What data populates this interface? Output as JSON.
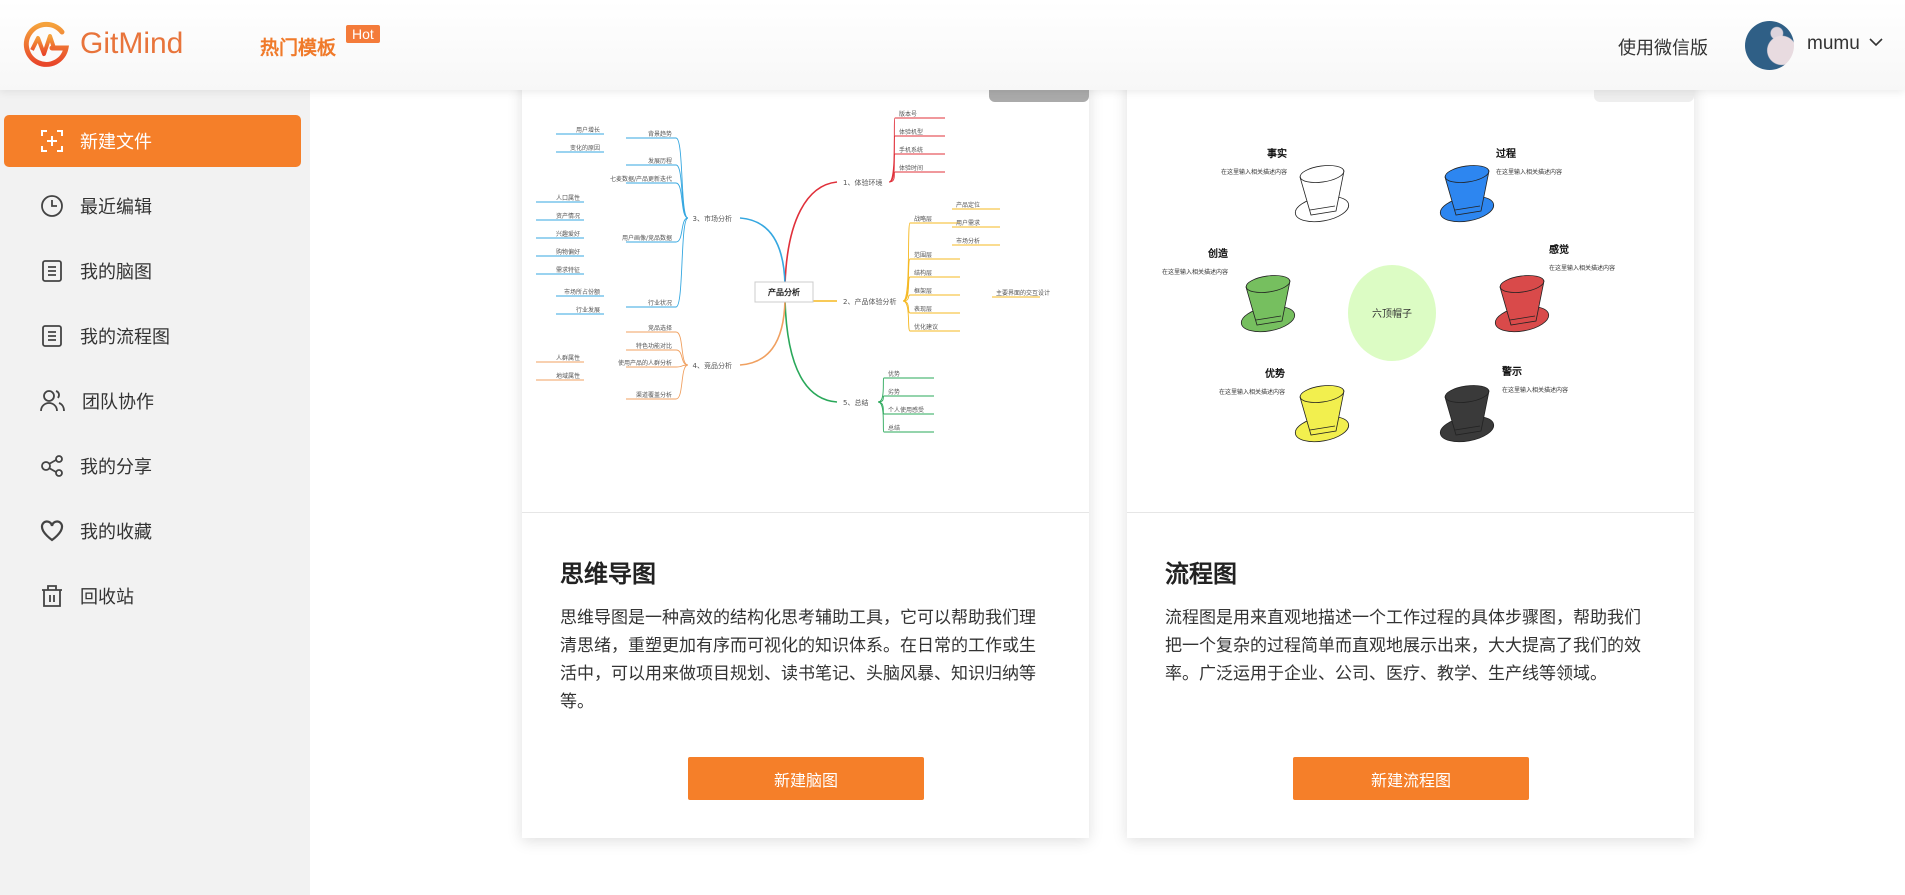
{
  "header": {
    "logo": "GitMind",
    "hot_templates": "热门模板",
    "hot_badge": "Hot",
    "wechat": "使用微信版",
    "username": "mumu"
  },
  "sidebar": {
    "items": [
      {
        "label": "新建文件",
        "icon": "add-file-icon"
      },
      {
        "label": "最近编辑",
        "icon": "clock-icon"
      },
      {
        "label": "我的脑图",
        "icon": "document-icon"
      },
      {
        "label": "我的流程图",
        "icon": "document-icon"
      },
      {
        "label": "团队协作",
        "icon": "team-icon"
      },
      {
        "label": "我的分享",
        "icon": "share-icon"
      },
      {
        "label": "我的收藏",
        "icon": "heart-icon"
      },
      {
        "label": "回收站",
        "icon": "trash-icon"
      }
    ]
  },
  "cards": [
    {
      "title": "思维导图",
      "desc": "思维导图是一种高效的结构化思考辅助工具，它可以帮助我们理清思绪，重塑更加有序而可视化的知识体系。在日常的工作或生活中，可以用来做项目规划、读书笔记、头脑风暴、知识归纳等等。",
      "button": "新建脑图",
      "mindmap": {
        "center": "产品分析",
        "b1": "1、体验环境",
        "b2": "2、产品体验分析",
        "b3": "3、市场分析",
        "b4": "4、竞品分析",
        "b5": "5、总结",
        "b1_leaves": [
          "版本号",
          "体验机型",
          "手机系统",
          "体验时间"
        ],
        "b2_leaves": [
          "战略层",
          "范围层",
          "结构层",
          "框架层",
          "表现层",
          "优化建议"
        ],
        "b2_sub": [
          "产品定位",
          "用户需求",
          "市场分析",
          "主要界面的交互设计"
        ],
        "b3_leaves": [
          "背景趋势",
          "发展历程",
          "七麦数据/产品更新迭代",
          "用户画像/竞品数据",
          "行业状况"
        ],
        "b3_sub": [
          "用户增长",
          "变化的原因",
          "人口属性",
          "资产情况",
          "兴趣爱好",
          "购物偏好",
          "需求特征",
          "市场所占份额",
          "行业发展"
        ],
        "b4_leaves": [
          "竞品选择",
          "特色功能对比",
          "使用产品的人群分析",
          "渠道覆盖分析"
        ],
        "b4_sub": [
          "人群属性",
          "地域属性"
        ],
        "b5_leaves": [
          "优势",
          "劣势",
          "个人使用感受",
          "总结"
        ]
      }
    },
    {
      "title": "流程图",
      "desc": "流程图是用来直观地描述一个工作过程的具体步骤图，帮助我们把一个复杂的过程简单而直观地展示出来，大大提高了我们的效率。广泛运用于企业、公司、医疗、教学、生产线等领域。",
      "button": "新建流程图",
      "hats": {
        "center": "六顶帽子",
        "placeholder": "在这里输入相关描述内容",
        "items": [
          {
            "title": "事实",
            "color": "#ffffff"
          },
          {
            "title": "过程",
            "color": "#2d86f0"
          },
          {
            "title": "创造",
            "color": "#76bf5f"
          },
          {
            "title": "感觉",
            "color": "#d94a4a"
          },
          {
            "title": "优势",
            "color": "#f2ef4e"
          },
          {
            "title": "警示",
            "color": "#3a3a3a"
          }
        ]
      }
    }
  ],
  "colors": {
    "accent": "#f57f29"
  }
}
